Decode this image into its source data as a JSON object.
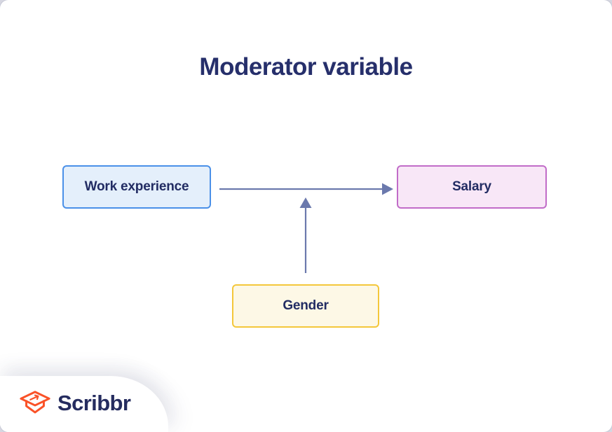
{
  "page": {
    "title": "Moderator variable"
  },
  "diagram": {
    "boxes": [
      {
        "id": "work-experience",
        "label": "Work experience",
        "role": "independent-variable",
        "fill": "#e4effb",
        "border": "#4a90e8"
      },
      {
        "id": "salary",
        "label": "Salary",
        "role": "dependent-variable",
        "fill": "#f8e7f7",
        "border": "#c16cc8"
      },
      {
        "id": "gender",
        "label": "Gender",
        "role": "moderator-variable",
        "fill": "#fdf8e6",
        "border": "#f4c73b"
      }
    ],
    "arrows": [
      {
        "from": "work-experience",
        "to": "salary",
        "direction": "right"
      },
      {
        "from": "gender",
        "to": "work-experience-salary-arrow",
        "direction": "up"
      }
    ],
    "arrow_color": "#6b79ad",
    "label_color": "#222c63"
  },
  "branding": {
    "logo_text": "Scribbr",
    "logo_icon": "graduation-cap-icon",
    "icon_color": "#fa5228",
    "text_color": "#252c5f"
  },
  "colors": {
    "title": "#262f6b",
    "canvas": "#ffffff",
    "outer_background": "#d6d7e1"
  }
}
